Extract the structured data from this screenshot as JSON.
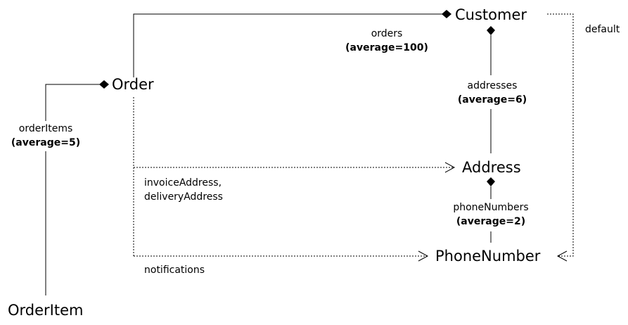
{
  "nodes": {
    "customer": "Customer",
    "order": "Order",
    "address": "Address",
    "phone_number": "PhoneNumber",
    "order_item": "OrderItem"
  },
  "edges": {
    "orders": {
      "name": "orders",
      "detail": "(average=100)"
    },
    "addresses": {
      "name": "addresses",
      "detail": "(average=6)"
    },
    "order_items": {
      "name": "orderItems",
      "detail": "(average=5)"
    },
    "phone_numbers": {
      "name": "phoneNumbers",
      "detail": "(average=2)"
    },
    "invoice_delivery": {
      "line1": "invoiceAddress,",
      "line2": "deliveryAddress"
    },
    "notifications": "notifications",
    "default": "default"
  },
  "colors": {
    "line": "#000000",
    "background": "#ffffff"
  }
}
